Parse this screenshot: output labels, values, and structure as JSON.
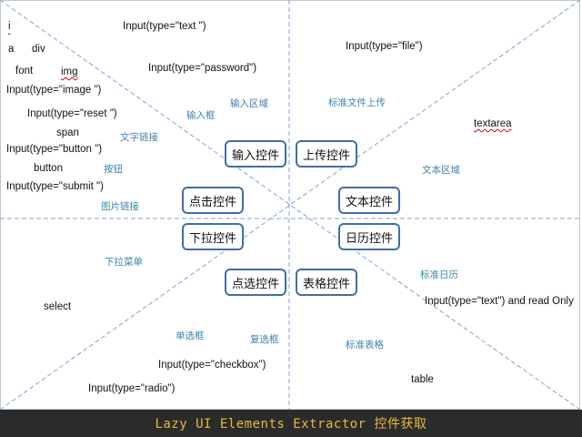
{
  "html_elements": {
    "i": "i",
    "a": "a",
    "div": "div",
    "font": "font",
    "img": "img",
    "input_image": "Input(type=\"image \")",
    "input_reset": "Input(type=\"reset \")",
    "span": "span",
    "input_button": "Input(type=\"button \")",
    "button": "button",
    "input_submit": "Input(type=\"submit \")",
    "input_text": "Input(type=\"text \")",
    "input_password": "Input(type=\"password\")",
    "input_file": "Input(type=\"file\")",
    "textarea": "textarea",
    "select": "select",
    "input_text_readonly": "Input(type=\"text\") and read Only",
    "input_checkbox": "Input(type=\"checkbox\")",
    "input_radio": "Input(type=\"radio\")",
    "table": "table"
  },
  "sub_labels": {
    "input_area": "输入区域",
    "input_box": "输入框",
    "text_link": "文字链接",
    "button_label": "按钮",
    "image_link": "图片链接",
    "standard_file_upload": "标准文件上传",
    "text_area": "文本区域",
    "dropdown_menu": "下拉菜单",
    "standard_calendar": "标准日历",
    "radio_box": "单选框",
    "checkbox": "复选框",
    "standard_table": "标准表格"
  },
  "controls": {
    "input": "输入控件",
    "upload": "上传控件",
    "click": "点击控件",
    "text": "文本控件",
    "dropdown": "下拉控件",
    "calendar": "日历控件",
    "radio": "点选控件",
    "table": "表格控件"
  },
  "footer": {
    "title": "Lazy UI Elements Extractor 控件获取"
  },
  "colors": {
    "box_border": "#3f6ea8",
    "line": "#7fa4cf",
    "label_blue": "#3b83a8",
    "footer_bg": "#2b2b2b",
    "footer_text": "#e8b93c"
  }
}
